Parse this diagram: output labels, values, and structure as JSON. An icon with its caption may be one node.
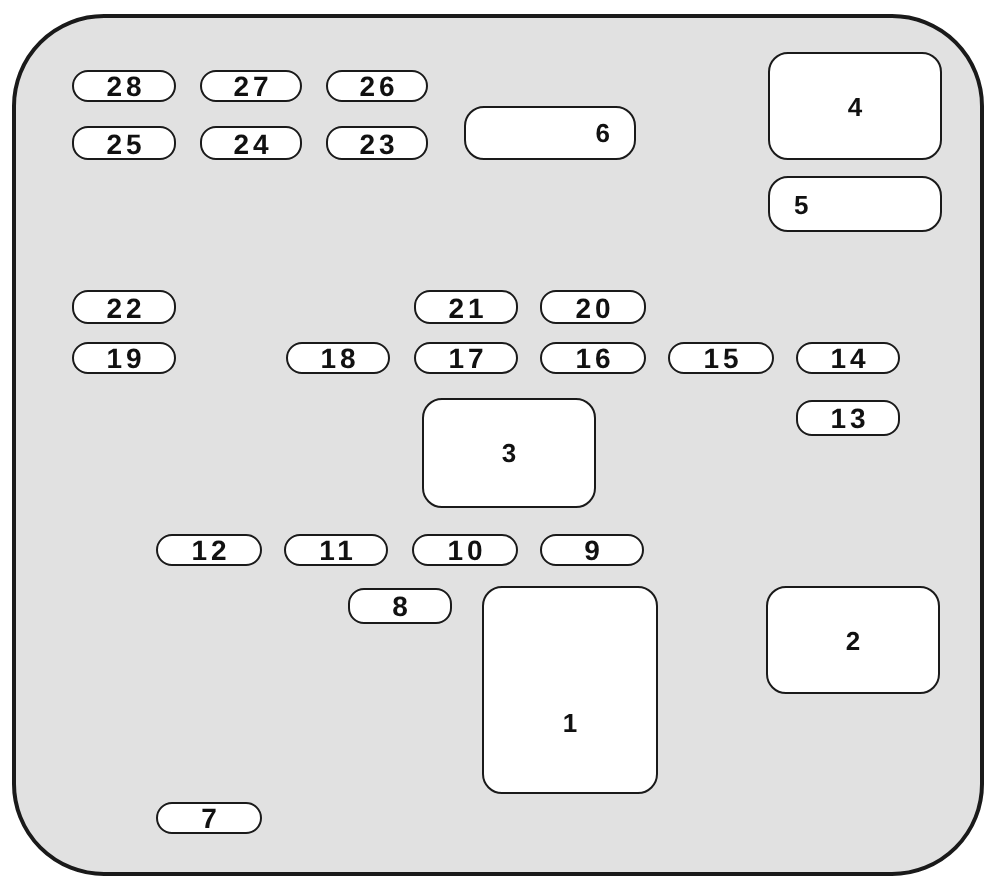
{
  "diagram": {
    "nodes": [
      {
        "text": [],
        "shape": "box"
      },
      {
        "text": [
          "28"
        ],
        "in": 0
      },
      {
        "text": [
          "27"
        ],
        "in": 0
      },
      {
        "text": [
          "26"
        ],
        "in": 0
      },
      {
        "text": [
          "4"
        ],
        "in": 0
      },
      {
        "text": [
          "25"
        ],
        "in": 0
      },
      {
        "text": [
          "24"
        ],
        "in": 0
      },
      {
        "text": [
          "23"
        ],
        "in": 0
      },
      {
        "text": [
          "6"
        ],
        "in": 0
      },
      {
        "text": [
          "5"
        ],
        "in": 0
      },
      {
        "text": [
          "22"
        ],
        "in": 0
      },
      {
        "text": [
          "21"
        ],
        "in": 0
      },
      {
        "text": [
          "20"
        ],
        "in": 0
      },
      {
        "text": [
          "19"
        ],
        "in": 0
      },
      {
        "text": [
          "18"
        ],
        "in": 0
      },
      {
        "text": [
          "17"
        ],
        "in": 0
      },
      {
        "text": [
          "16"
        ],
        "in": 0
      },
      {
        "text": [
          "15"
        ],
        "in": 0
      },
      {
        "text": [
          "14"
        ],
        "in": 0
      },
      {
        "text": [
          "13"
        ],
        "in": 0
      },
      {
        "text": [
          "3"
        ],
        "in": 0
      },
      {
        "text": [
          "12"
        ],
        "in": 0
      },
      {
        "text": [
          "11"
        ],
        "in": 0
      },
      {
        "text": [
          "10"
        ],
        "in": 0
      },
      {
        "text": [
          "9"
        ],
        "in": 0
      },
      {
        "text": [
          "8"
        ],
        "in": 0
      },
      {
        "text": [
          "1"
        ],
        "in": 0
      },
      {
        "text": [
          "2"
        ],
        "in": 0
      },
      {
        "text": [
          "7"
        ],
        "in": 0
      }
    ]
  }
}
